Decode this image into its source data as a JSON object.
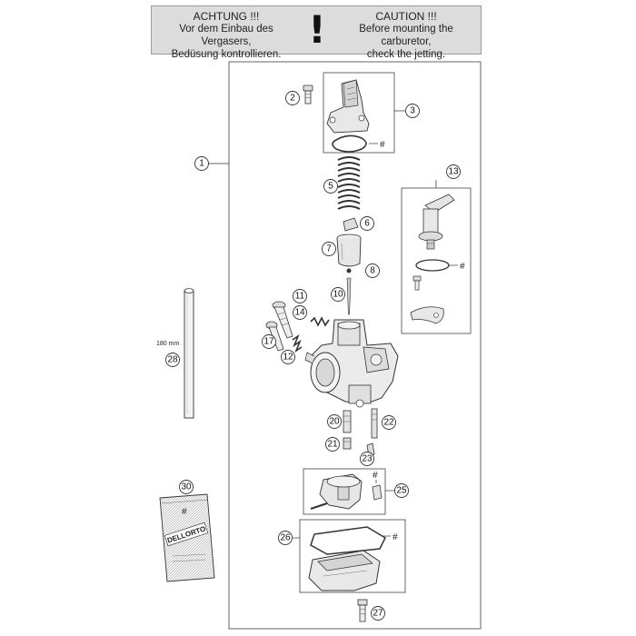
{
  "notice": {
    "de_title": "ACHTUNG !!!",
    "de_line1": "Vor dem Einbau des Vergasers,",
    "de_line2": "Bedüsung kontrollieren.",
    "en_title": "CAUTION !!!",
    "en_line1": "Before mounting the carburetor,",
    "en_line2": "check the jetting.",
    "symbol": "!"
  },
  "callouts": {
    "c1": "1",
    "c2": "2",
    "c3": "3",
    "c5": "5",
    "c6": "6",
    "c7": "7",
    "c8": "8",
    "c10": "10",
    "c11": "11",
    "c12": "12",
    "c13": "13",
    "c14": "14",
    "c17": "17",
    "c20": "20",
    "c21": "21",
    "c22": "22",
    "c23": "23",
    "c25": "25",
    "c26": "26",
    "c27": "27",
    "c28": "28",
    "c30": "30"
  },
  "hash_marks": {
    "h3": "#",
    "h13": "#",
    "h25": "#",
    "h26": "#",
    "h30": "#"
  },
  "tube_length": "180 mm",
  "package_brand": "DELLORTO",
  "colors": {
    "notice_bg": "#dcdcdc",
    "line": "#333333",
    "part_fill": "#e6e6e6",
    "part_dark": "#555555"
  }
}
